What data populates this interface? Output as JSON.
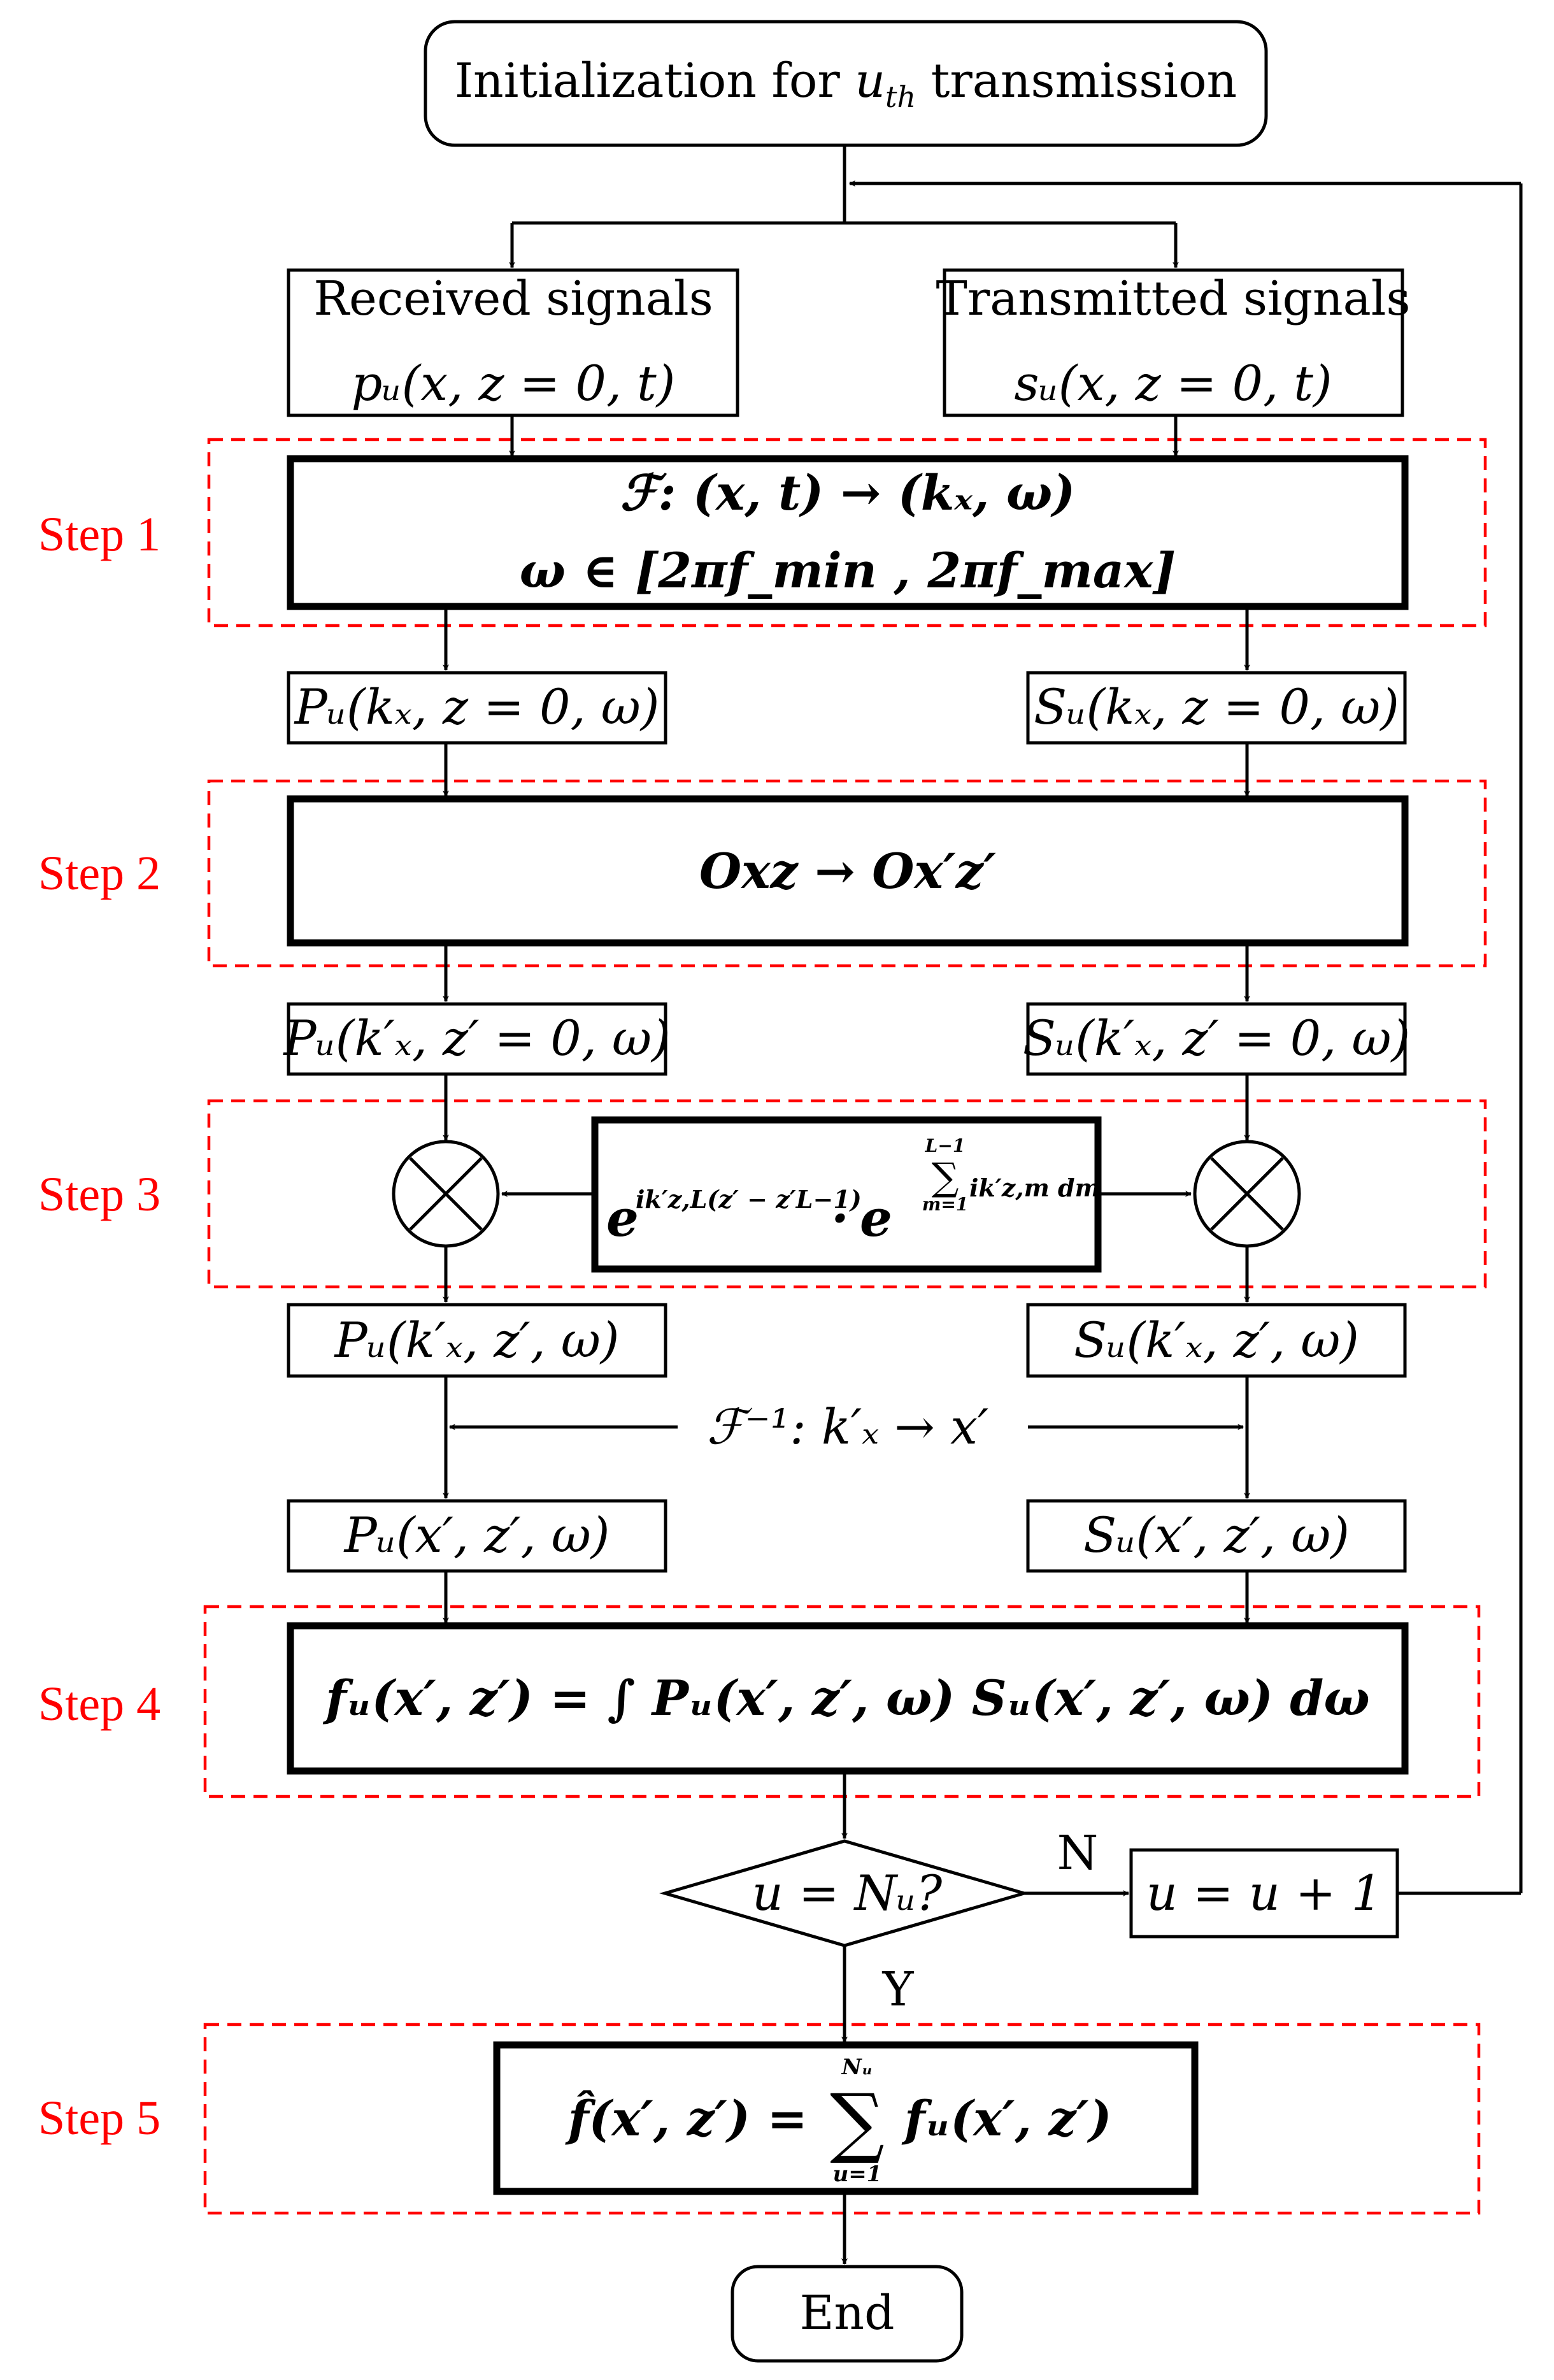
{
  "start": {
    "text_pre": "Initialization for ",
    "var": "u",
    "sub": "th",
    "text_post": " transmission"
  },
  "received": {
    "title": "Received signals",
    "expr": "pᵤ(x, z = 0, t)"
  },
  "transmitted": {
    "title": "Transmitted signals",
    "expr": "sᵤ(x, z = 0, t)"
  },
  "steps": {
    "s1": "Step  1",
    "s2": "Step  2",
    "s3": "Step  3",
    "s4": "Step  4",
    "s5": "Step  5"
  },
  "step1_box": {
    "line1": "ℱ:  (x, t) → (kₓ, ω)",
    "line2": "ω ∈ [2πf_min , 2πf_max]"
  },
  "after_step1": {
    "left": "Pᵤ(kₓ, z = 0, ω)",
    "right": "Sᵤ(kₓ, z = 0, ω)"
  },
  "step2_box": {
    "text": "Oxz → Ox′z′"
  },
  "after_step2": {
    "left": "Pᵤ(k′ₓ, z′ = 0, ω)",
    "right": "Sᵤ(k′ₓ, z′ = 0, ω)"
  },
  "step3_box": {
    "base": "e",
    "exp1": "ik′z,L(z′ − z′L−1)",
    "dot": "·",
    "sum_top": "L−1",
    "sum_sign": "∑",
    "sum_bottom": "m=1",
    "exp2": "ik′z,m dm"
  },
  "after_step3": {
    "left": "Pᵤ(k′ₓ, z′, ω)",
    "right": "Sᵤ(k′ₓ, z′, ω)"
  },
  "inverse_ft": "ℱ⁻¹:  k′ₓ → x′",
  "after_ift": {
    "left": "Pᵤ(x′, z′, ω)",
    "right": "Sᵤ(x′, z′, ω)"
  },
  "step4_box": {
    "text": "fᵤ(x′, z′) = ∫ Pᵤ(x′, z′, ω) Sᵤ(x′, z′, ω) dω"
  },
  "decision": {
    "text": "u = Nᵤ?",
    "no_label": "N",
    "yes_label": "Y"
  },
  "increment": {
    "text": "u = u + 1"
  },
  "step5_box": {
    "lhs": "f̂(x′, z′) =",
    "sum_top": "Nᵤ",
    "sum_sign": "∑",
    "sum_bottom": "u=1",
    "rhs": "fᵤ(x′, z′)"
  },
  "end": {
    "text": "End"
  },
  "colors": {
    "step_label": "#ff0000",
    "step_frame": "#ff0000",
    "ink": "#000000"
  }
}
